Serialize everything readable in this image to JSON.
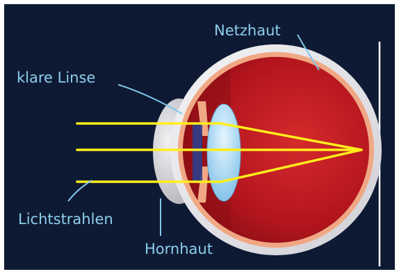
{
  "labels": {
    "retina": "Netzhaut",
    "lens": "klare Linse",
    "light_rays": "Lichtstrahlen",
    "cornea": "Hornhaut"
  },
  "colors": {
    "background": "#0e1a33",
    "frame": "#ffffff",
    "label_text": "#8ecfee",
    "leader_line": "#7fc6ea",
    "light_ray": "#ffee1a",
    "eye_interior": "#b8141c",
    "retina_layer": "#f0a884",
    "sclera": "#e9e9ec",
    "lens": "#a9d9f5",
    "screen_line": "#ffffff"
  }
}
